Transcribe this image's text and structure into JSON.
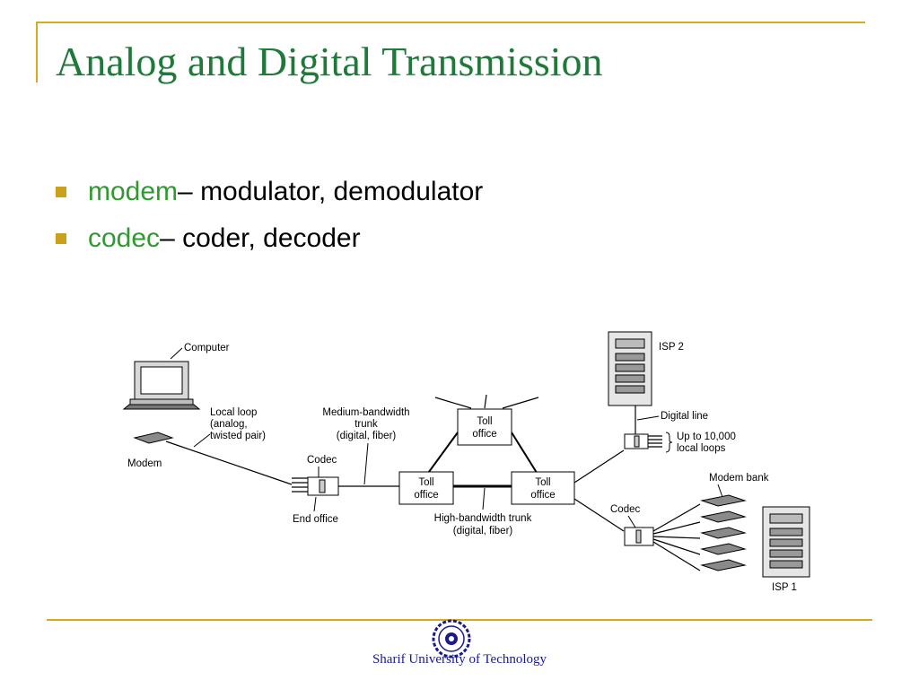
{
  "title": "Analog and Digital Transmission",
  "bullets": [
    {
      "term": "modem",
      "definition": " – modulator, demodulator"
    },
    {
      "term": "codec",
      "definition": " – coder, decoder"
    }
  ],
  "diagram": {
    "computer": "Computer",
    "local_loop": [
      "Local loop",
      "(analog,",
      "twisted pair)"
    ],
    "modem": "Modem",
    "codec_left": "Codec",
    "end_office": "End office",
    "medium_trunk": [
      "Medium-bandwidth",
      "trunk",
      "(digital, fiber)"
    ],
    "toll_top": [
      "Toll",
      "office"
    ],
    "toll_left": [
      "Toll",
      "office"
    ],
    "toll_right": [
      "Toll",
      "office"
    ],
    "high_trunk": [
      "High-bandwidth trunk",
      "(digital, fiber)"
    ],
    "isp2": "ISP 2",
    "digital_line": "Digital line",
    "local_loops": [
      "Up to 10,000",
      "local loops"
    ],
    "modem_bank": "Modem bank",
    "codec_right": "Codec",
    "isp1": "ISP 1"
  },
  "footer": "Sharif University of Technology",
  "colors": {
    "title": "#1f7a3a",
    "term": "#2f9a2f",
    "accent": "#d9a91f",
    "footer": "#1a1a8c"
  }
}
